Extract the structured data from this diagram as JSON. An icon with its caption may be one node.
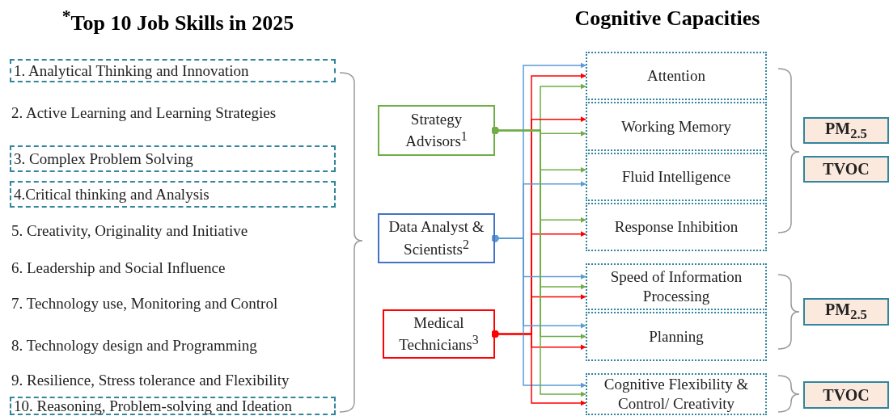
{
  "diagram": {
    "nodes": [
      {
        "text": [
          "1. Analytical Thinking and Innovation"
        ]
      },
      {
        "text": [
          "3. Complex Problem Solving"
        ]
      },
      {
        "text": [
          "4.Critical thinking and Analysis"
        ]
      },
      {
        "text": [
          "10. Reasoning, Problem-solving and Ideation"
        ]
      },
      {
        "text": [
          "Strategy Advisors$^{1}$"
        ]
      },
      {
        "text": [
          "Data Analyst & Scientists$^{2}$"
        ]
      },
      {
        "text": [
          "Medical Technicians$^{3}$"
        ]
      },
      {
        "text": [
          "Attention"
        ]
      },
      {
        "text": [
          "Working Memory"
        ]
      },
      {
        "text": [
          "Fluid Intelligence"
        ]
      },
      {
        "text": [
          "Response Inhibition"
        ]
      },
      {
        "text": [
          "Speed of Information Processing"
        ]
      },
      {
        "text": [
          "Planning"
        ]
      },
      {
        "text": [
          "Cognitive Flexibility & Control/ Creativity"
        ]
      },
      {
        "text": [
          "PM$_{2.5}$"
        ]
      },
      {
        "text": [
          "TVOC"
        ]
      },
      {
        "text": [
          "PM$_{2.5}$"
        ]
      },
      {
        "text": [
          "TVOC"
        ]
      }
    ],
    "edges": [
      {
        "from": 5,
        "to": 7,
        "arrow": "to",
        "color": "#5b9bd5"
      },
      {
        "from": 6,
        "to": 7,
        "arrow": "to",
        "color": "#ff0000"
      },
      {
        "from": 4,
        "to": 7,
        "arrow": "to",
        "color": "#70ad47"
      },
      {
        "from": 6,
        "to": 8,
        "arrow": "to",
        "color": "#ff0000"
      },
      {
        "from": 4,
        "to": 8,
        "arrow": "to",
        "color": "#70ad47"
      },
      {
        "from": 4,
        "to": 9,
        "arrow": "to",
        "color": "#70ad47"
      },
      {
        "from": 5,
        "to": 9,
        "arrow": "to",
        "color": "#5b9bd5"
      },
      {
        "from": 4,
        "to": 10,
        "arrow": "to",
        "color": "#70ad47"
      },
      {
        "from": 6,
        "to": 10,
        "arrow": "to",
        "color": "#ff0000"
      },
      {
        "from": 5,
        "to": 11,
        "arrow": "to",
        "color": "#5b9bd5"
      },
      {
        "from": 4,
        "to": 11,
        "arrow": "to",
        "color": "#70ad47"
      },
      {
        "from": 6,
        "to": 11,
        "arrow": "to",
        "color": "#ff0000"
      },
      {
        "from": 5,
        "to": 12,
        "arrow": "to",
        "color": "#5b9bd5"
      },
      {
        "from": 4,
        "to": 12,
        "arrow": "to",
        "color": "#70ad47"
      },
      {
        "from": 6,
        "to": 12,
        "arrow": "to",
        "color": "#ff0000"
      },
      {
        "from": 5,
        "to": 13,
        "arrow": "to",
        "color": "#5b9bd5"
      },
      {
        "from": 4,
        "to": 13,
        "arrow": "to",
        "color": "#70ad47"
      },
      {
        "from": 6,
        "to": 13,
        "arrow": "to",
        "color": "#ff0000"
      }
    ],
    "labels": [
      "$^{*}$Top 10 Job Skills in 2025",
      "Cognitive Capacities",
      "2. Active Learning and Learning Strategies",
      "5. Creativity, Originality and Initiative",
      "6. Leadership and Social Influence",
      "7. Technology use, Monitoring and Control",
      "8. Technology design and Programming",
      "9. Resilience, Stress tolerance and Flexibility"
    ]
  }
}
